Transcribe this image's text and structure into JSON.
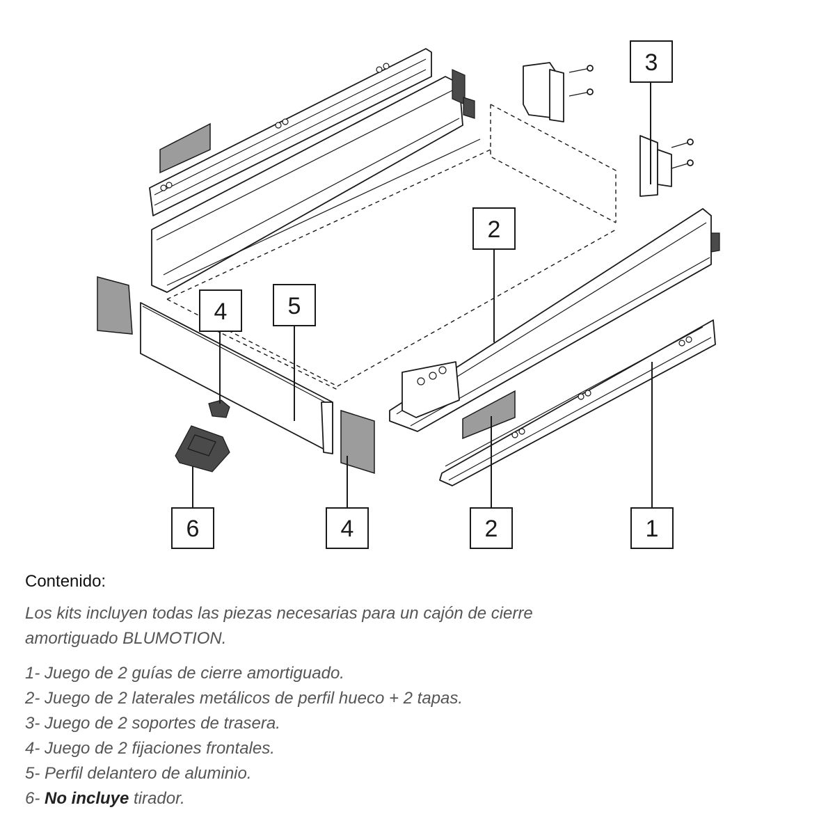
{
  "callouts": {
    "rear_bracket": "3",
    "side_panel_upper": "2",
    "front_fixing_left": "4",
    "front_profile": "5",
    "handle": "6",
    "front_fixing_right": "4",
    "cover_cap": "2",
    "runner": "1"
  },
  "content": {
    "heading": "Contenido:",
    "intro": "Los kits incluyen todas las piezas necesarias para un cajón de cierre amortiguado BLUMOTION.",
    "items": [
      {
        "prefix": "1- ",
        "bold": "",
        "rest": "Juego de 2 guías de cierre amortiguado."
      },
      {
        "prefix": "2- ",
        "bold": "",
        "rest": "Juego de 2 laterales metálicos de perfil hueco + 2 tapas."
      },
      {
        "prefix": "3- ",
        "bold": "",
        "rest": "Juego de 2 soportes de trasera."
      },
      {
        "prefix": "4- ",
        "bold": "",
        "rest": "Juego de 2 fijaciones frontales."
      },
      {
        "prefix": "5- ",
        "bold": "",
        "rest": "Perfil delantero de aluminio."
      },
      {
        "prefix": "6- ",
        "bold": "No incluye",
        "rest": " tirador."
      }
    ]
  }
}
